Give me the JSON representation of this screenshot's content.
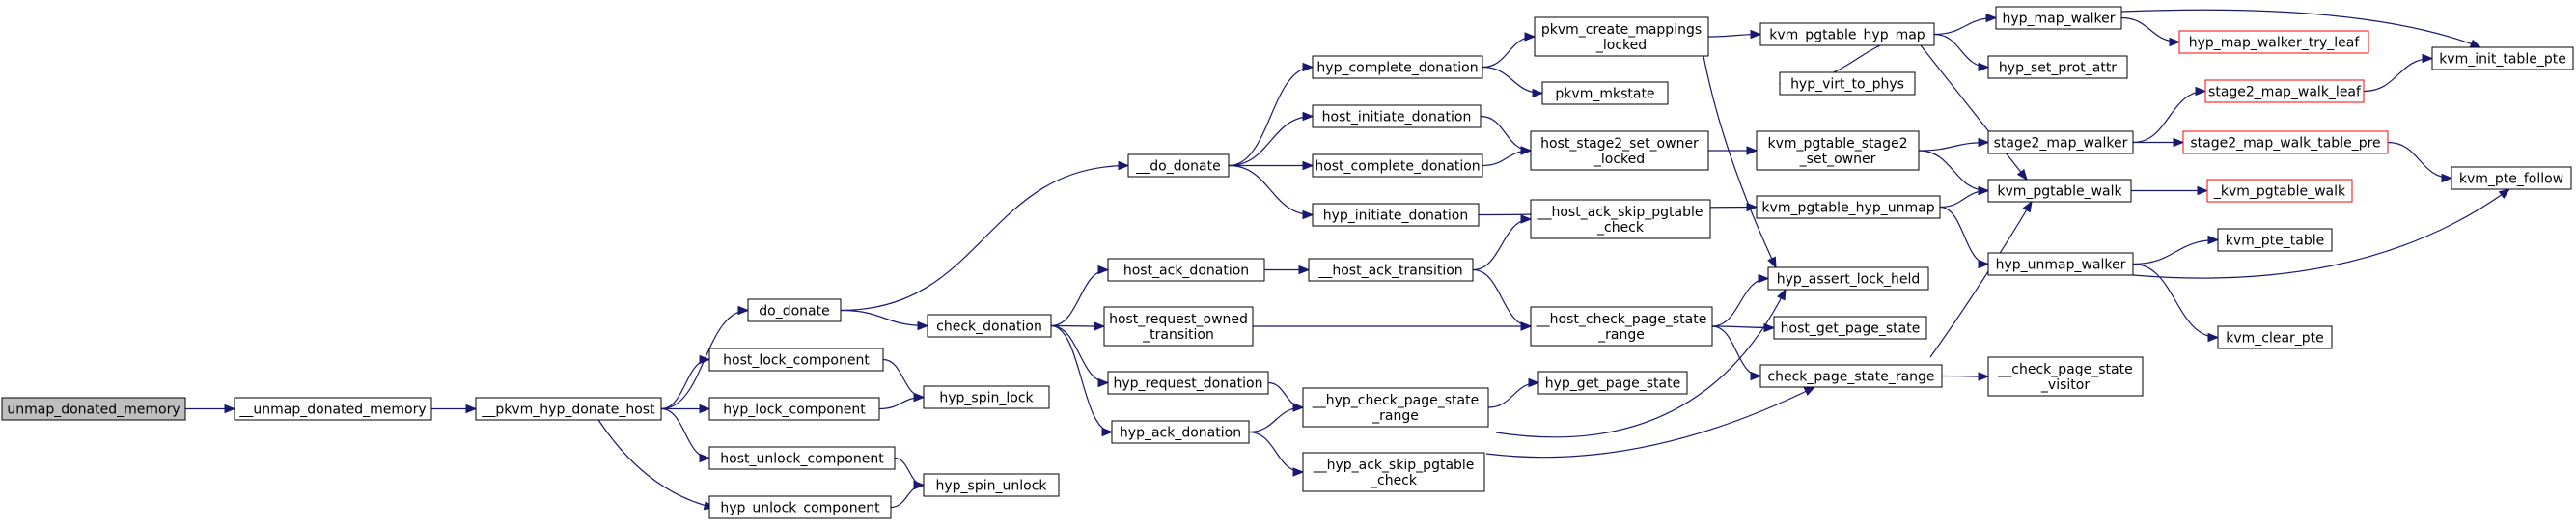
{
  "graph": {
    "nodes": {
      "unmap_donated_memory": {
        "lines": [
          "unmap_donated_memory"
        ],
        "style": "root"
      },
      "__unmap_donated_memory": {
        "lines": [
          "__unmap_donated_memory"
        ]
      },
      "__pkvm_hyp_donate_host": {
        "lines": [
          "__pkvm_hyp_donate_host"
        ]
      },
      "do_donate": {
        "lines": [
          "do_donate"
        ]
      },
      "host_lock_component": {
        "lines": [
          "host_lock_component"
        ]
      },
      "hyp_lock_component": {
        "lines": [
          "hyp_lock_component"
        ]
      },
      "host_unlock_component": {
        "lines": [
          "host_unlock_component"
        ]
      },
      "hyp_unlock_component": {
        "lines": [
          "hyp_unlock_component"
        ]
      },
      "hyp_spin_lock": {
        "lines": [
          "hyp_spin_lock"
        ]
      },
      "hyp_spin_unlock": {
        "lines": [
          "hyp_spin_unlock"
        ]
      },
      "check_donation": {
        "lines": [
          "check_donation"
        ]
      },
      "__do_donate": {
        "lines": [
          "__do_donate"
        ]
      },
      "host_ack_donation": {
        "lines": [
          "host_ack_donation"
        ]
      },
      "host_request_owned_transition": {
        "lines": [
          "host_request_owned",
          "_transition"
        ]
      },
      "hyp_request_donation": {
        "lines": [
          "hyp_request_donation"
        ]
      },
      "hyp_ack_donation": {
        "lines": [
          "hyp_ack_donation"
        ]
      },
      "hyp_complete_donation": {
        "lines": [
          "hyp_complete_donation"
        ]
      },
      "host_initiate_donation": {
        "lines": [
          "host_initiate_donation"
        ]
      },
      "host_complete_donation": {
        "lines": [
          "host_complete_donation"
        ]
      },
      "hyp_initiate_donation": {
        "lines": [
          "hyp_initiate_donation"
        ]
      },
      "__host_ack_transition": {
        "lines": [
          "__host_ack_transition"
        ]
      },
      "__hyp_check_page_state_range": {
        "lines": [
          "__hyp_check_page_state",
          "_range"
        ]
      },
      "__hyp_ack_skip_pgtable_check": {
        "lines": [
          "__hyp_ack_skip_pgtable",
          "_check"
        ]
      },
      "pkvm_create_mappings_locked": {
        "lines": [
          "pkvm_create_mappings",
          "_locked"
        ]
      },
      "pkvm_mkstate": {
        "lines": [
          "pkvm_mkstate"
        ]
      },
      "host_stage2_set_owner_locked": {
        "lines": [
          "host_stage2_set_owner",
          "_locked"
        ]
      },
      "__host_ack_skip_pgtable_check": {
        "lines": [
          "__host_ack_skip_pgtable",
          "_check"
        ]
      },
      "__host_check_page_state_range": {
        "lines": [
          "__host_check_page_state",
          "_range"
        ]
      },
      "hyp_get_page_state": {
        "lines": [
          "hyp_get_page_state"
        ]
      },
      "kvm_pgtable_hyp_map": {
        "lines": [
          "kvm_pgtable_hyp_map"
        ]
      },
      "hyp_virt_to_phys": {
        "lines": [
          "hyp_virt_to_phys"
        ]
      },
      "kvm_pgtable_stage2_set_owner": {
        "lines": [
          "kvm_pgtable_stage2",
          "_set_owner"
        ]
      },
      "kvm_pgtable_hyp_unmap": {
        "lines": [
          "kvm_pgtable_hyp_unmap"
        ]
      },
      "hyp_assert_lock_held": {
        "lines": [
          "hyp_assert_lock_held"
        ]
      },
      "host_get_page_state": {
        "lines": [
          "host_get_page_state"
        ]
      },
      "check_page_state_range": {
        "lines": [
          "check_page_state_range"
        ]
      },
      "hyp_map_walker": {
        "lines": [
          "hyp_map_walker"
        ]
      },
      "hyp_set_prot_attr": {
        "lines": [
          "hyp_set_prot_attr"
        ]
      },
      "stage2_map_walker": {
        "lines": [
          "stage2_map_walker"
        ]
      },
      "kvm_pgtable_walk": {
        "lines": [
          "kvm_pgtable_walk"
        ]
      },
      "hyp_unmap_walker": {
        "lines": [
          "hyp_unmap_walker"
        ]
      },
      "__check_page_state_visitor": {
        "lines": [
          "__check_page_state",
          "_visitor"
        ]
      },
      "hyp_map_walker_try_leaf": {
        "lines": [
          "hyp_map_walker_try_leaf"
        ],
        "style": "truncated"
      },
      "stage2_map_walk_leaf": {
        "lines": [
          "stage2_map_walk_leaf"
        ],
        "style": "truncated"
      },
      "stage2_map_walk_table_pre": {
        "lines": [
          "stage2_map_walk_table_pre"
        ],
        "style": "truncated"
      },
      "_kvm_pgtable_walk": {
        "lines": [
          "_kvm_pgtable_walk"
        ],
        "style": "truncated"
      },
      "kvm_pte_table": {
        "lines": [
          "kvm_pte_table"
        ]
      },
      "kvm_clear_pte": {
        "lines": [
          "kvm_clear_pte"
        ]
      },
      "kvm_init_table_pte": {
        "lines": [
          "kvm_init_table_pte"
        ]
      },
      "kvm_pte_follow": {
        "lines": [
          "kvm_pte_follow"
        ]
      }
    },
    "edges": [
      [
        "unmap_donated_memory",
        "__unmap_donated_memory"
      ],
      [
        "__unmap_donated_memory",
        "__pkvm_hyp_donate_host"
      ],
      [
        "__pkvm_hyp_donate_host",
        "do_donate"
      ],
      [
        "__pkvm_hyp_donate_host",
        "host_lock_component"
      ],
      [
        "__pkvm_hyp_donate_host",
        "hyp_lock_component"
      ],
      [
        "__pkvm_hyp_donate_host",
        "host_unlock_component"
      ],
      [
        "__pkvm_hyp_donate_host",
        "hyp_unlock_component"
      ],
      [
        "host_lock_component",
        "hyp_spin_lock"
      ],
      [
        "hyp_lock_component",
        "hyp_spin_lock"
      ],
      [
        "host_unlock_component",
        "hyp_spin_unlock"
      ],
      [
        "hyp_unlock_component",
        "hyp_spin_unlock"
      ],
      [
        "do_donate",
        "__do_donate"
      ],
      [
        "do_donate",
        "check_donation"
      ],
      [
        "__do_donate",
        "hyp_complete_donation"
      ],
      [
        "__do_donate",
        "host_initiate_donation"
      ],
      [
        "__do_donate",
        "host_complete_donation"
      ],
      [
        "__do_donate",
        "hyp_initiate_donation"
      ],
      [
        "check_donation",
        "host_ack_donation"
      ],
      [
        "check_donation",
        "host_request_owned_transition"
      ],
      [
        "check_donation",
        "hyp_request_donation"
      ],
      [
        "check_donation",
        "hyp_ack_donation"
      ],
      [
        "hyp_complete_donation",
        "pkvm_create_mappings_locked"
      ],
      [
        "hyp_complete_donation",
        "pkvm_mkstate"
      ],
      [
        "host_initiate_donation",
        "host_stage2_set_owner_locked"
      ],
      [
        "host_complete_donation",
        "host_stage2_set_owner_locked"
      ],
      [
        "hyp_initiate_donation",
        "kvm_pgtable_hyp_unmap"
      ],
      [
        "host_ack_donation",
        "__host_ack_transition"
      ],
      [
        "host_request_owned_transition",
        "__host_check_page_state_range"
      ],
      [
        "hyp_request_donation",
        "__hyp_check_page_state_range"
      ],
      [
        "hyp_ack_donation",
        "__hyp_check_page_state_range"
      ],
      [
        "hyp_ack_donation",
        "__hyp_ack_skip_pgtable_check"
      ],
      [
        "__host_ack_transition",
        "__host_ack_skip_pgtable_check"
      ],
      [
        "__host_ack_transition",
        "__host_check_page_state_range"
      ],
      [
        "__hyp_check_page_state_range",
        "hyp_get_page_state"
      ],
      [
        "__hyp_check_page_state_range",
        "hyp_assert_lock_held"
      ],
      [
        "__hyp_check_page_state_range",
        "check_page_state_range"
      ],
      [
        "pkvm_create_mappings_locked",
        "kvm_pgtable_hyp_map"
      ],
      [
        "pkvm_create_mappings_locked",
        "hyp_assert_lock_held"
      ],
      [
        "host_stage2_set_owner_locked",
        "kvm_pgtable_stage2_set_owner"
      ],
      [
        "__host_check_page_state_range",
        "hyp_assert_lock_held"
      ],
      [
        "__host_check_page_state_range",
        "host_get_page_state"
      ],
      [
        "__host_check_page_state_range",
        "check_page_state_range"
      ],
      [
        "kvm_pgtable_hyp_map",
        "hyp_map_walker"
      ],
      [
        "kvm_pgtable_hyp_map",
        "hyp_virt_to_phys"
      ],
      [
        "kvm_pgtable_hyp_map",
        "hyp_set_prot_attr"
      ],
      [
        "kvm_pgtable_hyp_map",
        "kvm_pgtable_walk"
      ],
      [
        "kvm_pgtable_stage2_set_owner",
        "stage2_map_walker"
      ],
      [
        "kvm_pgtable_stage2_set_owner",
        "kvm_pgtable_walk"
      ],
      [
        "kvm_pgtable_hyp_unmap",
        "kvm_pgtable_walk"
      ],
      [
        "kvm_pgtable_hyp_unmap",
        "hyp_unmap_walker"
      ],
      [
        "check_page_state_range",
        "kvm_pgtable_walk"
      ],
      [
        "check_page_state_range",
        "__check_page_state_visitor"
      ],
      [
        "hyp_map_walker",
        "hyp_map_walker_try_leaf"
      ],
      [
        "hyp_map_walker",
        "kvm_init_table_pte"
      ],
      [
        "stage2_map_walker",
        "stage2_map_walk_leaf"
      ],
      [
        "stage2_map_walker",
        "stage2_map_walk_table_pre"
      ],
      [
        "kvm_pgtable_walk",
        "_kvm_pgtable_walk"
      ],
      [
        "hyp_unmap_walker",
        "kvm_pte_table"
      ],
      [
        "hyp_unmap_walker",
        "kvm_clear_pte"
      ],
      [
        "hyp_unmap_walker",
        "kvm_pte_follow"
      ],
      [
        "stage2_map_walk_leaf",
        "kvm_init_table_pte"
      ],
      [
        "stage2_map_walk_table_pre",
        "kvm_pte_follow"
      ]
    ],
    "colors": {
      "edge": "#191970",
      "root_fill": "#bfbfbf",
      "node_border": "#000000",
      "truncated_border": "#ff0000"
    }
  }
}
